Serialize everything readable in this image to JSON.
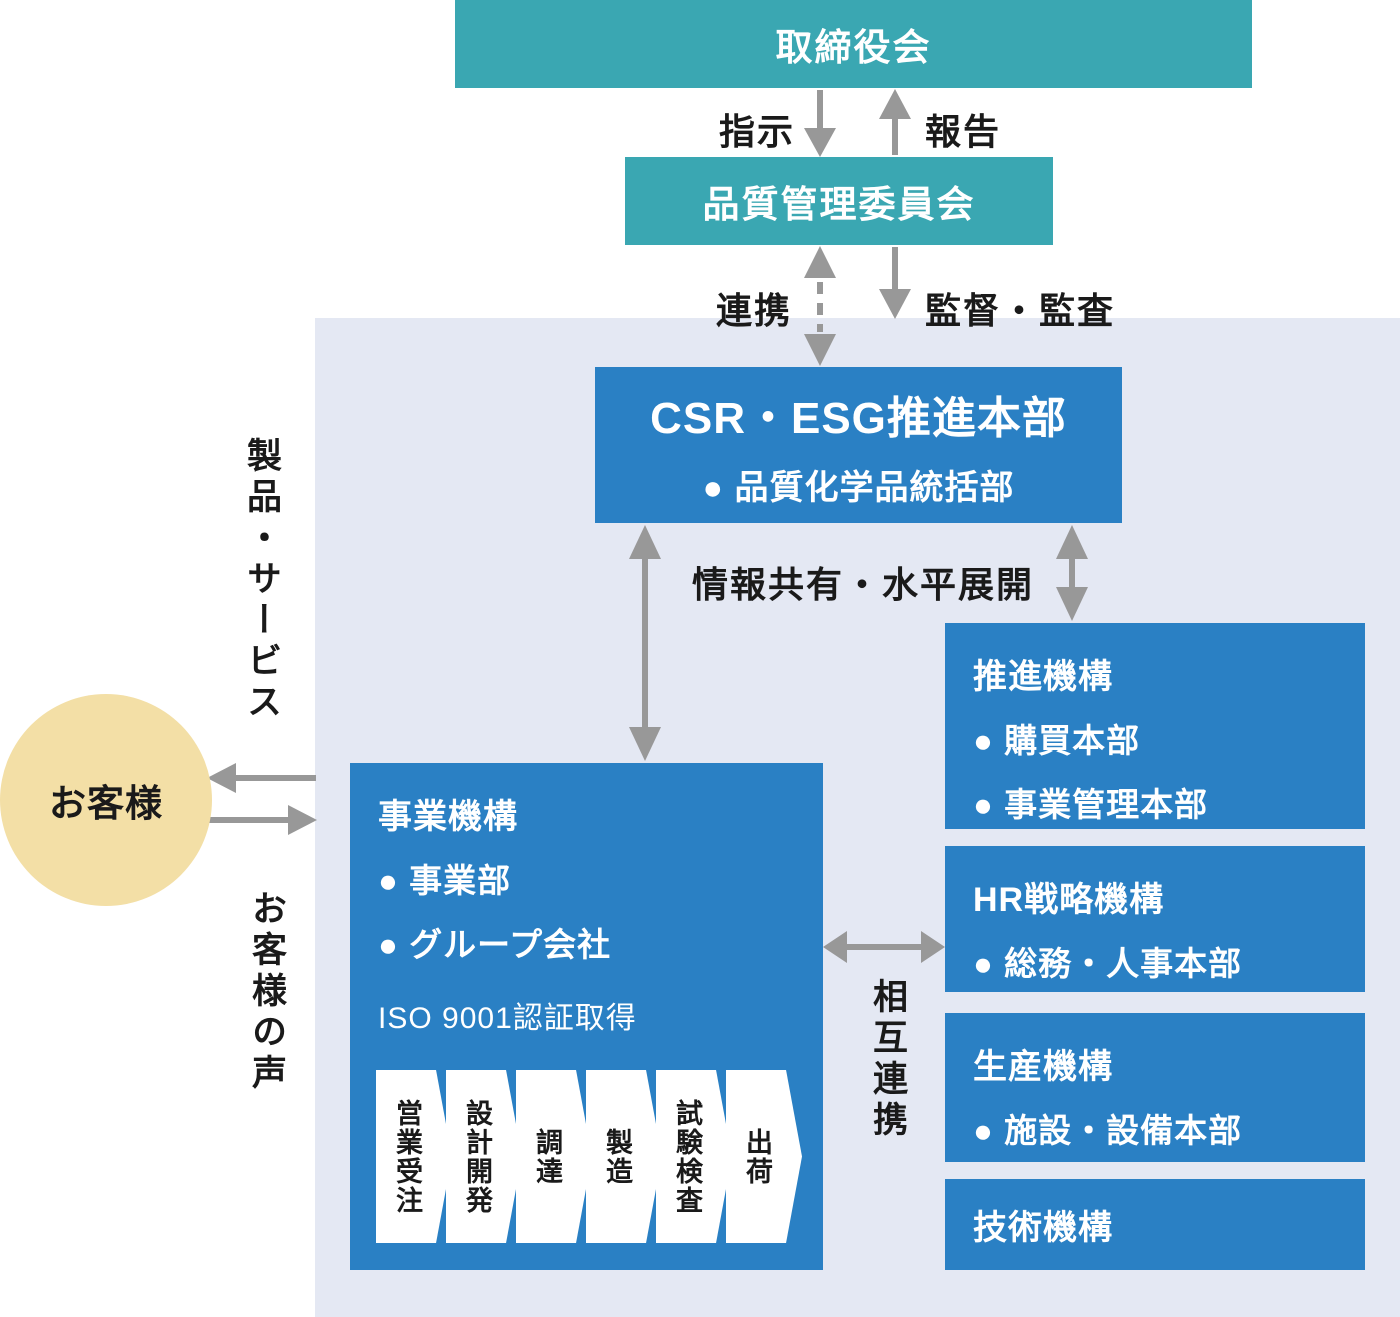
{
  "colors": {
    "teal": "#3aa7b2",
    "blue": "#2a80c4",
    "panel": "#e4e8f3",
    "arrow_gray": "#989898",
    "customer_circle": "#f3dfa6",
    "text_black": "#1a1a1a"
  },
  "nodes": {
    "board": {
      "label": "取締役会"
    },
    "committee": {
      "label": "品質管理委員会"
    },
    "csr": {
      "title": "CSR・ESG推進本部",
      "subtitle": "● 品質化学品統括部"
    },
    "business": {
      "title": "事業機構",
      "items": [
        "● 事業部",
        "● グループ会社"
      ],
      "iso": "ISO 9001認証取得",
      "process": [
        "営業受注",
        "設計開発",
        "調達",
        "製造",
        "試験検査",
        "出荷"
      ]
    },
    "right_column": [
      {
        "title": "推進機構",
        "items": [
          "● 購買本部",
          "● 事業管理本部"
        ]
      },
      {
        "title": "HR戦略機構",
        "items": [
          "● 総務・人事本部"
        ]
      },
      {
        "title": "生産機構",
        "items": [
          "● 施設・設備本部"
        ]
      },
      {
        "title": "技術機構",
        "items": []
      }
    ],
    "customer": {
      "label": "お客様"
    }
  },
  "edges": {
    "instruction": "指示",
    "report": "報告",
    "cooperation": "連携",
    "supervision": "監督・監査",
    "info_share": "情報共有・水平展開",
    "mutual": "相互連携",
    "products_services": "製品・サービス",
    "customer_voice": "お客様の声"
  }
}
